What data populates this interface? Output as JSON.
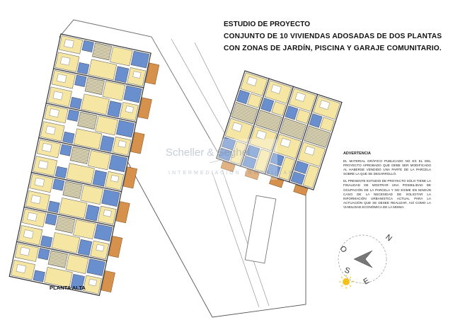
{
  "title": {
    "line1": "ESTUDIO DE PROYECTO",
    "line2": "CONJUNTO DE 10 VIVIENDAS ADOSADAS DE DOS PLANTAS",
    "line3": "CON ZONAS DE JARDÍN, PISCINA  Y GARAJE COMUNITARIO."
  },
  "advertencia": {
    "heading": "ADVERTENCIA",
    "paragraph1": "El material gráfico publicado no es el del proyecto aprobado que debe ser modificado al haberse vendido una parte de la parcela sobre la que se desarrolló.",
    "paragraph2": "El presente estudio de proyecto sólo tiene la finalidad de mostrar una posibilidad de ocupación de la parcela y no exime en ningún caso de la necesidad de solicitar la información urbanística actual para la actuación que se desee realizar, así como la viabilidad económica de la misma."
  },
  "plan_label": "PLANTA ALTA",
  "watermark": {
    "line1": "Scheller & Seghel",
    "line2": "INTERMEDIACIÓN INMOBILIARIA"
  },
  "compass": {
    "north": "N",
    "east": "E",
    "south": "S",
    "west": "O",
    "sun_color": "#f2c21b"
  },
  "colors": {
    "living": "#f5e6a4",
    "wet": "#6a8fcf",
    "stair": "#fdf3c8",
    "terrace": "#d6924c",
    "wall": "#3a3a3a"
  }
}
